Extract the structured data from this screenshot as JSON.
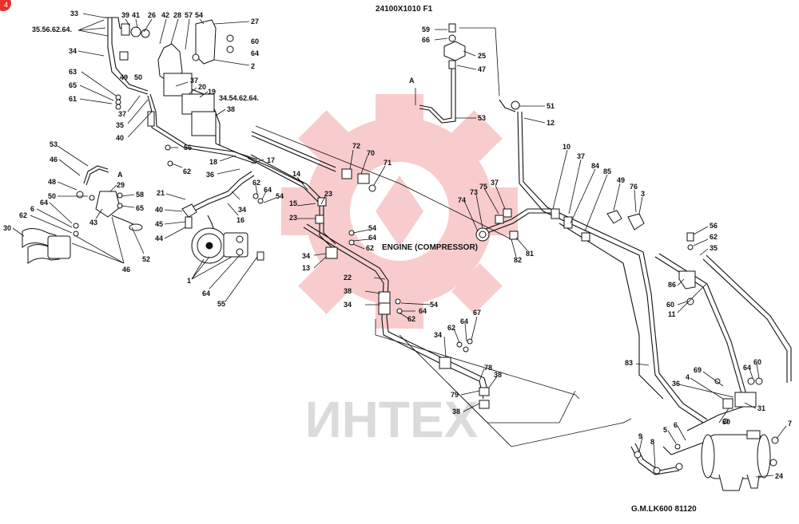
{
  "badge": "4",
  "header_code": "24100X1010 F1",
  "footer_code": "G.M.LK600 81120",
  "engine_label": "ENGINE (COMPRESSOR)",
  "watermark": "ИНТЕХ",
  "ref_a": "A",
  "callouts": {
    "top_left": [
      "33",
      "39",
      "41",
      "26",
      "42",
      "28",
      "57",
      "54",
      "27",
      "60",
      "64",
      "2",
      "35.56.62.64.",
      "34",
      "49",
      "50",
      "63",
      "65",
      "61",
      "37",
      "35",
      "40",
      "37",
      "20",
      "19",
      "34.54.62.64.",
      "38",
      "56",
      "62",
      "18",
      "17",
      "36"
    ],
    "left": [
      "53",
      "46",
      "48",
      "50",
      "29",
      "58",
      "65",
      "6",
      "64",
      "43",
      "62",
      "30",
      "52",
      "46",
      "21",
      "40",
      "45",
      "44",
      "1",
      "64",
      "55",
      "16",
      "34",
      "62",
      "64",
      "54",
      "15",
      "23",
      "14",
      "23"
    ],
    "center": [
      "72",
      "70",
      "71",
      "54",
      "64",
      "62",
      "34",
      "13",
      "22",
      "38",
      "34",
      "54",
      "64",
      "62",
      "34",
      "62",
      "64",
      "67",
      "78",
      "38",
      "79",
      "38"
    ],
    "right_top": [
      "59",
      "66",
      "25",
      "47",
      "53",
      "51",
      "12",
      "10",
      "37",
      "84",
      "85",
      "49",
      "76",
      "3",
      "73",
      "74",
      "75",
      "37",
      "82",
      "81",
      "56",
      "62",
      "35",
      "86",
      "60",
      "11"
    ],
    "right_bottom": [
      "83",
      "4",
      "69",
      "64",
      "60",
      "36",
      "31",
      "80",
      "5",
      "6",
      "9",
      "8",
      "7",
      "24"
    ]
  }
}
